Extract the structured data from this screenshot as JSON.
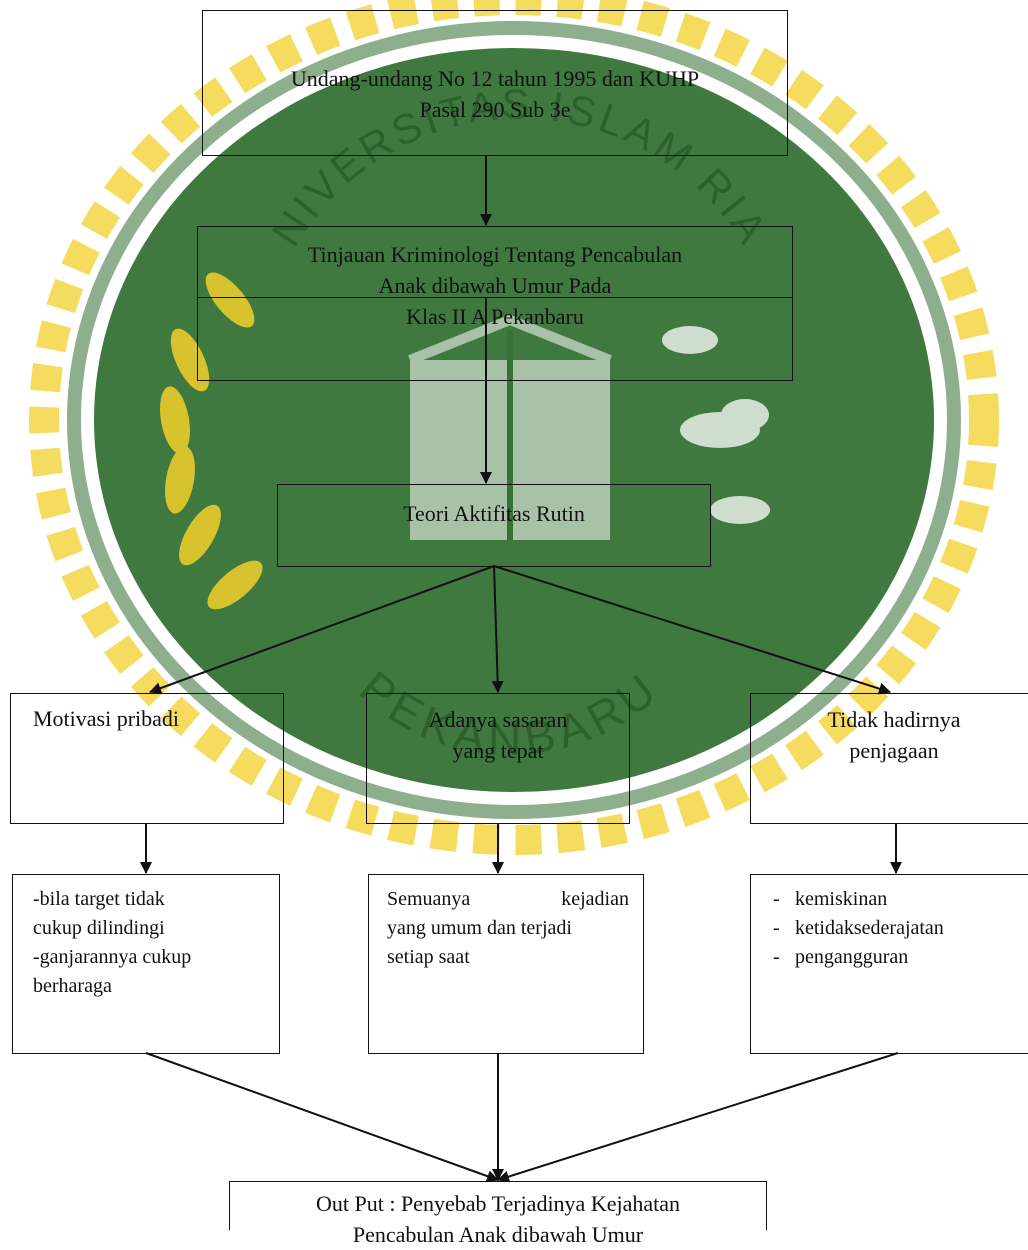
{
  "watermark": {
    "top_text": "UNIVERSITAS ISLAM RIAU",
    "bottom_text": "PEKANBARU",
    "green": "#2f6e2f",
    "gold": "#f2d02a",
    "dark_green": "#1e4f1e"
  },
  "nodes": {
    "law": {
      "lines": [
        "Undang-undang No 12 tahun 1995 dan KUHP",
        "Pasal 290 Sub 3e"
      ]
    },
    "review": {
      "lines": [
        "Tinjauan Kriminologi Tentang Pencabulan",
        "Anak dibawah Umur Pada",
        "Klas II A Pekanbaru"
      ]
    },
    "theory": {
      "lines": [
        "Teori Aktifitas Rutin"
      ]
    },
    "motivation": {
      "lines": [
        "Motivasi pribadi"
      ]
    },
    "target": {
      "lines": [
        "Adanya sasaran",
        "yang tepat"
      ]
    },
    "guardian": {
      "lines": [
        "Tidak hadirnya",
        "penjagaan"
      ]
    },
    "motivation_detail": {
      "lines": [
        "-bila target tidak",
        "cukup dilindingi",
        "-ganjarannya cukup",
        "berharaga"
      ]
    },
    "target_detail": {
      "line1_left": "Semuanya",
      "line1_right": "kejadian",
      "line2": "yang umum dan terjadi",
      "line3": "setiap saat"
    },
    "guardian_detail": {
      "items": [
        "kemiskinan",
        "ketidaksederajatan",
        "pengangguran"
      ]
    },
    "output": {
      "lines": [
        "Out Put : Penyebab Terjadinya Kejahatan",
        "Pencabulan Anak dibawah Umur"
      ]
    }
  }
}
